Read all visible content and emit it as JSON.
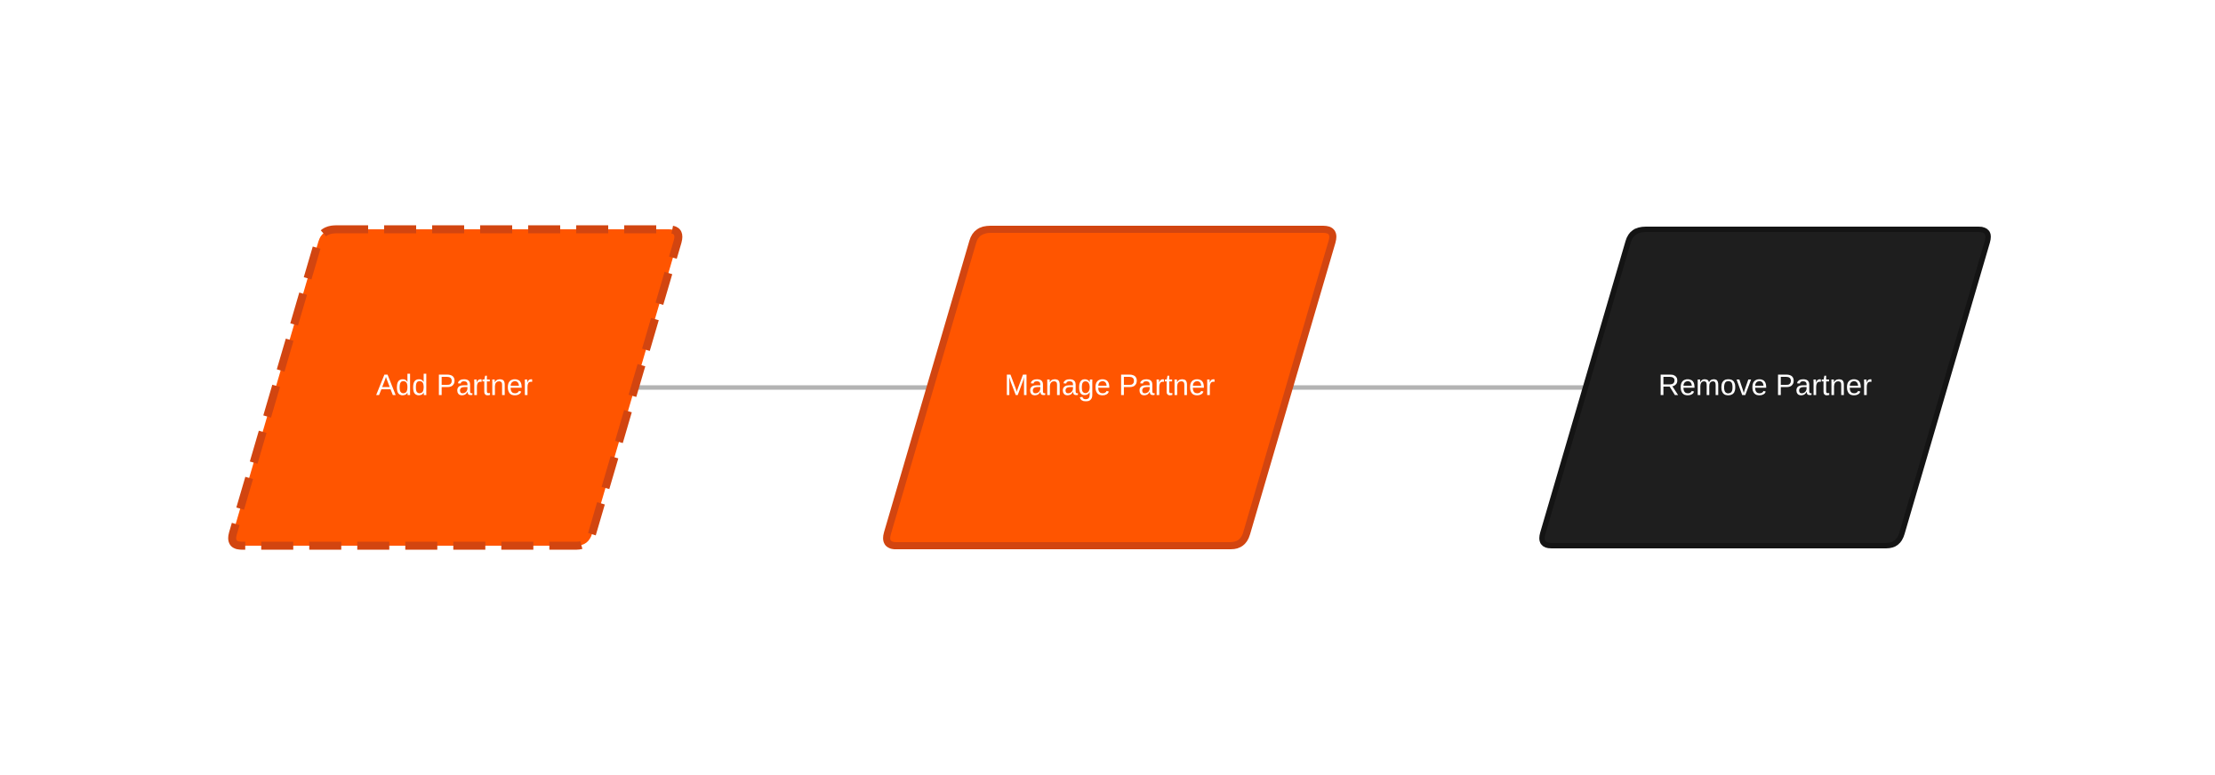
{
  "diagram": {
    "nodes": [
      {
        "id": "add",
        "label": "Add Partner",
        "fill": "#ff5500",
        "stroke": "#d24510",
        "border": "dashed"
      },
      {
        "id": "manage",
        "label": "Manage Partner",
        "fill": "#ff5500",
        "stroke": "#d24510",
        "border": "solid"
      },
      {
        "id": "remove",
        "label": "Remove Partner",
        "fill": "#1e1e1e",
        "stroke": "#141414",
        "border": "solid"
      }
    ],
    "edges": [
      {
        "from": "add",
        "to": "manage",
        "color": "#b3b3b3"
      },
      {
        "from": "manage",
        "to": "remove",
        "color": "#b3b3b3"
      }
    ]
  }
}
